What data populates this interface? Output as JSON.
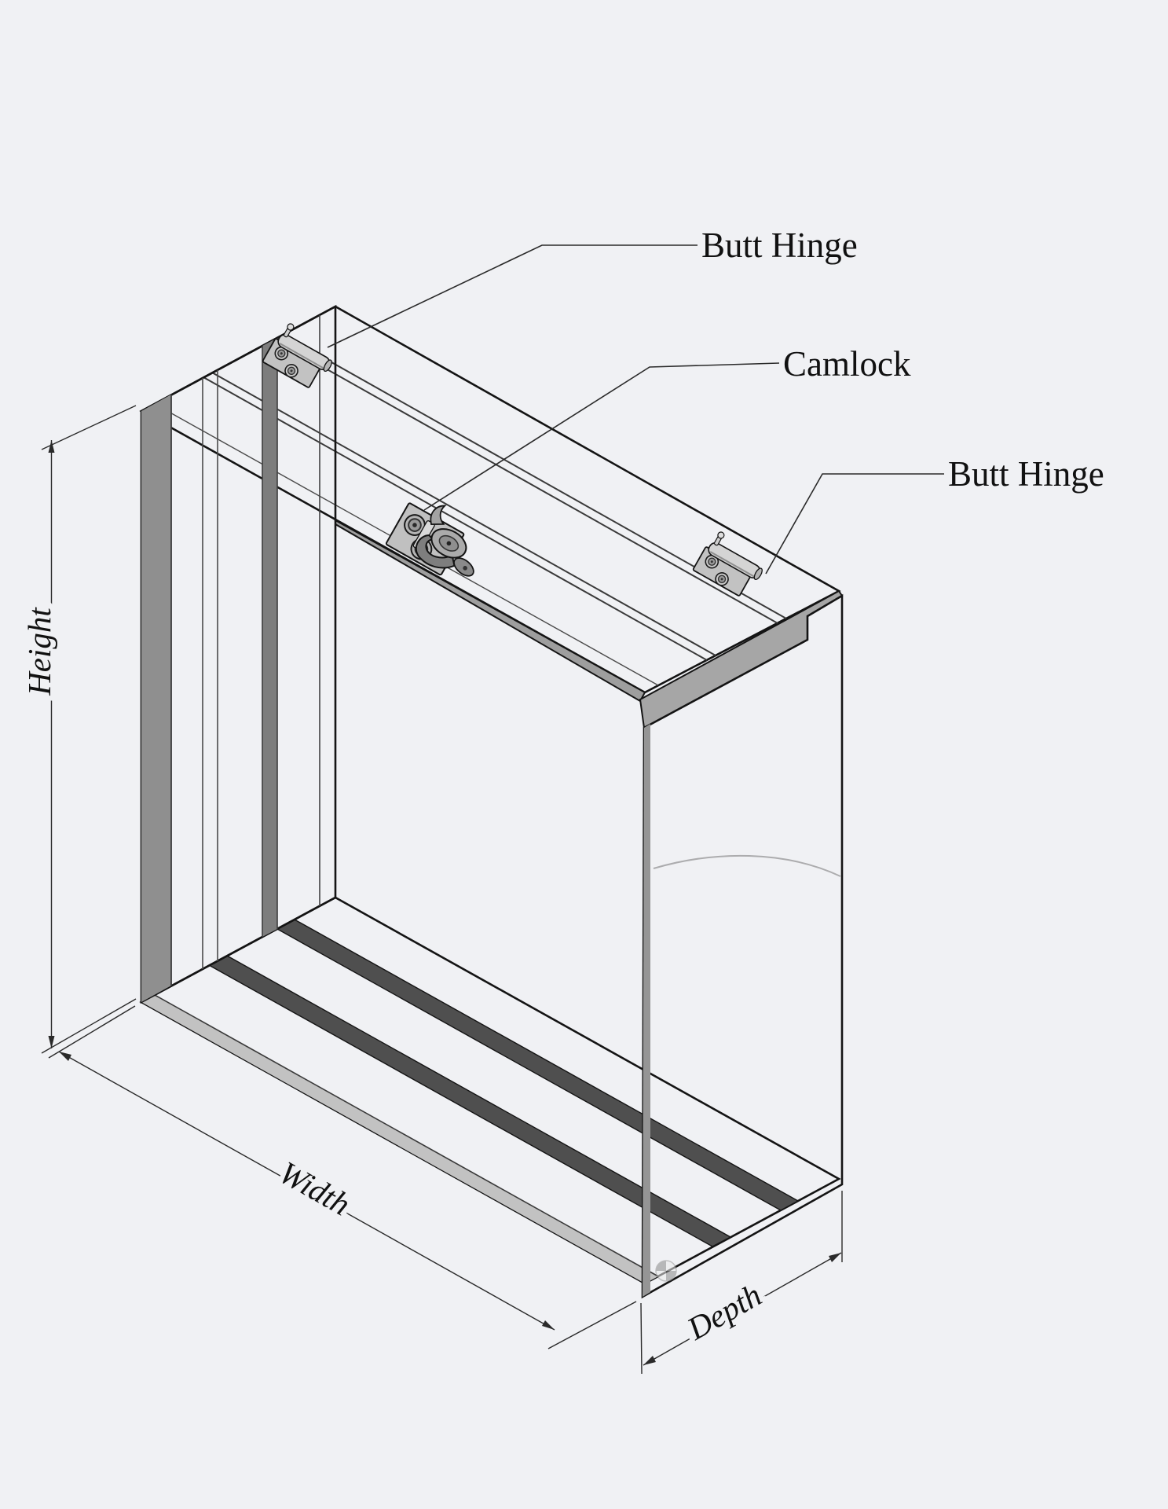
{
  "callouts": [
    {
      "id": "butt-hinge-top",
      "label": "Butt Hinge"
    },
    {
      "id": "camlock",
      "label": "Camlock"
    },
    {
      "id": "butt-hinge-right",
      "label": "Butt Hinge"
    }
  ],
  "dimension_labels": {
    "height": "Height",
    "width": "Width",
    "depth": "Depth"
  },
  "colors": {
    "background": "#f0f1f4",
    "frame_top_face": "#b2b2b2",
    "frame_sill_face": "#ababab",
    "frame_left_face": "#676767",
    "frame_right_face": "#6d6d6d",
    "hardware_light": "#d4d4d4",
    "outline": "#141414",
    "annotation_line": "#2a2a2a",
    "text": "#111111"
  },
  "icons": [
    {
      "name": "origin-marker-icon"
    }
  ]
}
